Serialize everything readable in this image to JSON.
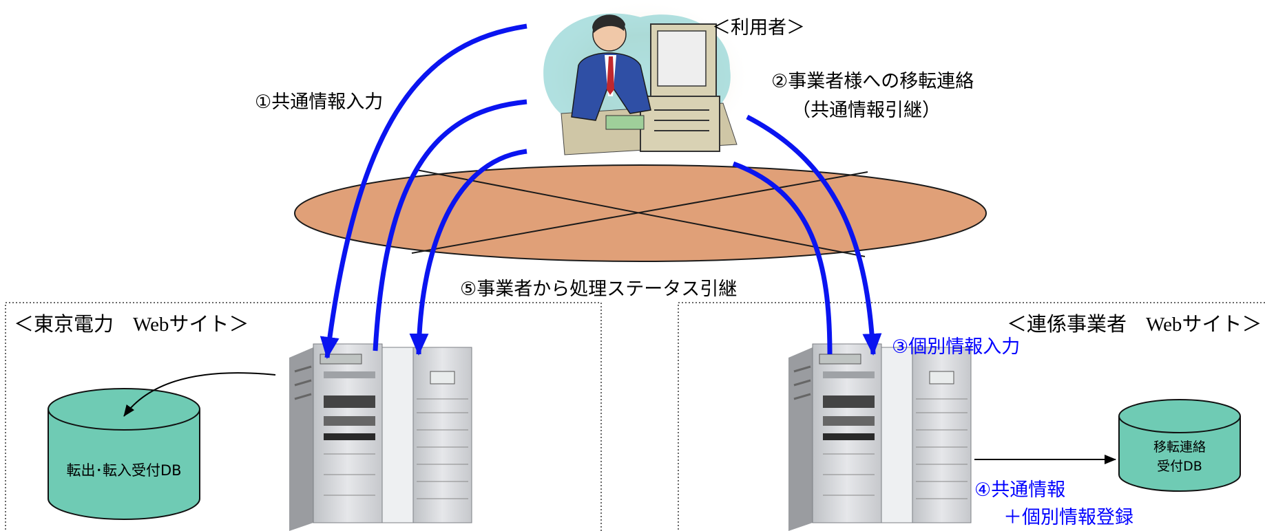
{
  "user": {
    "label": "＜利用者＞"
  },
  "steps": {
    "step1": "①共通情報入力",
    "step2_line1": "②事業者様への移転連絡",
    "step2_line2": "（共通情報引継）",
    "step3": "③個別情報入力",
    "step4_line1": "④共通情報",
    "step4_line2": "＋個別情報登録",
    "step5": "⑤事業者から処理ステータス引継"
  },
  "tepco_site": {
    "title_prefix": "＜東京電力",
    "title_web": "Web",
    "title_suffix": "サイト＞",
    "db_label": "転出･転入受付DB"
  },
  "partner_site": {
    "title_prefix": "＜連係事業者",
    "title_web": "Web",
    "title_suffix": "サイト＞",
    "db_line1": "移転連絡",
    "db_line2": "受付DB"
  },
  "colors": {
    "arrow": "#0a14f0",
    "network": "#e0a078",
    "database": "#6fcbb4",
    "highlight_text": "#0000ff",
    "server_body": "#d7d9dc",
    "monitor_bg": "#8fd3d3"
  }
}
